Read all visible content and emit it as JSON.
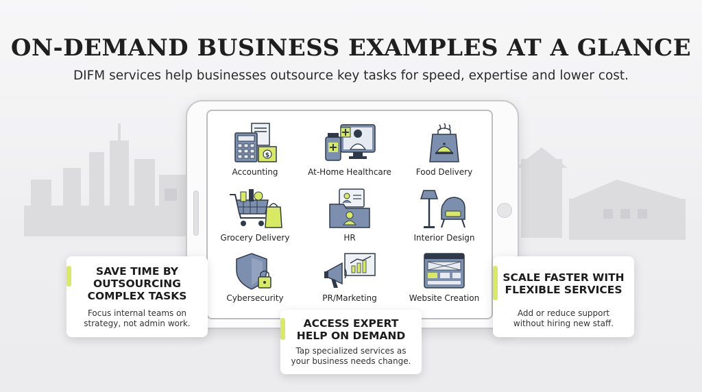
{
  "header": {
    "title": "ON-DEMAND BUSINESS EXAMPLES AT A GLANCE",
    "subtitle": "DIFM services help businesses outsource key tasks for speed, expertise and lower cost."
  },
  "services": [
    {
      "label": "Accounting",
      "icon": "calculator-money-icon"
    },
    {
      "label": "At-Home Healthcare",
      "icon": "doctor-monitor-icon"
    },
    {
      "label": "Food Delivery",
      "icon": "food-bag-icon"
    },
    {
      "label": "Grocery Delivery",
      "icon": "shopping-cart-icon"
    },
    {
      "label": "HR",
      "icon": "people-folder-icon"
    },
    {
      "label": "Interior Design",
      "icon": "lamp-armchair-icon"
    },
    {
      "label": "Cybersecurity",
      "icon": "shield-lock-icon"
    },
    {
      "label": "PR/Marketing",
      "icon": "megaphone-chart-icon"
    },
    {
      "label": "Website Creation",
      "icon": "web-layout-icon"
    }
  ],
  "benefits": {
    "save_time": {
      "title_line1": "SAVE TIME BY",
      "title_line2": "OUTSOURCING",
      "title_line3": "COMPLEX TASKS",
      "body_line1": "Focus internal teams on",
      "body_line2": "strategy, not admin work."
    },
    "expert_help": {
      "title_line1": "ACCESS EXPERT",
      "title_line2": "HELP ON DEMAND",
      "body_line1": "Tap specialized services as",
      "body_line2": "your business needs change."
    },
    "scale_faster": {
      "title_line1": "SCALE FASTER WITH",
      "title_line2": "FLEXIBLE SERVICES",
      "body_line1": "Add or reduce support",
      "body_line2": "without hiring new staff."
    }
  },
  "colors": {
    "accent": "#d8ea64",
    "icon_blue": "#6f86a8",
    "icon_dark": "#2e3a4a",
    "skyline": "#d9d9dc"
  }
}
